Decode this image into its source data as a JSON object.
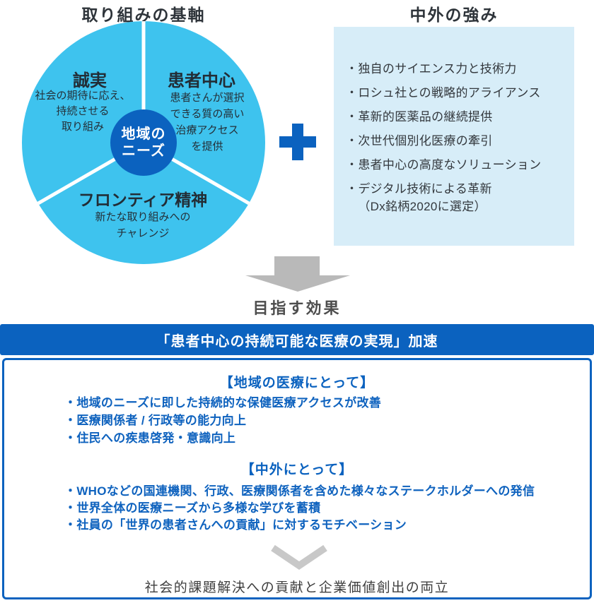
{
  "glyphs": {
    "bullet": "・"
  },
  "colors": {
    "accent_blue": "#0B62BF",
    "circle_cyan": "#3EC3EE",
    "strengths_bg": "#D7EDF8",
    "arrow_gray": "#B9B9B9",
    "chevron_gray": "#C8C8C8",
    "dark_text": "#2E343A"
  },
  "foundation": {
    "heading": "取り組みの基軸",
    "center_label": "地域の\nニーズ",
    "segments": [
      {
        "title": "誠実",
        "body": "社会の期待に応え、\n持続させる\n取り組み"
      },
      {
        "title": "患者中心",
        "body": "患者さんが選択\nできる質の高い\n治療アクセス\nを提供"
      },
      {
        "title": "フロンティア精神",
        "body": "新たな取り組みへの\nチャレンジ"
      }
    ]
  },
  "strengths": {
    "heading": "中外の強み",
    "items": [
      "独自のサイエンス力と技術力",
      "ロシュ社との戦略的アライアンス",
      "革新的医薬品の継続提供",
      "次世代個別化医療の牽引",
      "患者中心の高度なソリューション",
      "デジタル技術による革新\n（Dx銘柄2020に選定）"
    ]
  },
  "effects": {
    "heading": "目指す効果",
    "banner": "「患者中心の持続可能な医療の実現」加速",
    "sections": [
      {
        "title": "【地域の医療にとって】",
        "items": [
          "地域のニーズに即した持続的な保健医療アクセスが改善",
          "医療関係者 / 行政等の能力向上",
          "住民への疾患啓発・意識向上"
        ]
      },
      {
        "title": "【中外にとって】",
        "items": [
          "WHOなどの国連機関、行政、医療関係者を含めた様々なステークホルダーへの発信",
          "世界全体の医療ニーズから多様な学びを蓄積",
          "社員の「世界の患者さんへの貢献」に対するモチベーション"
        ]
      }
    ],
    "conclusion": "社会的課題解決への貢献と企業価値創出の両立"
  }
}
